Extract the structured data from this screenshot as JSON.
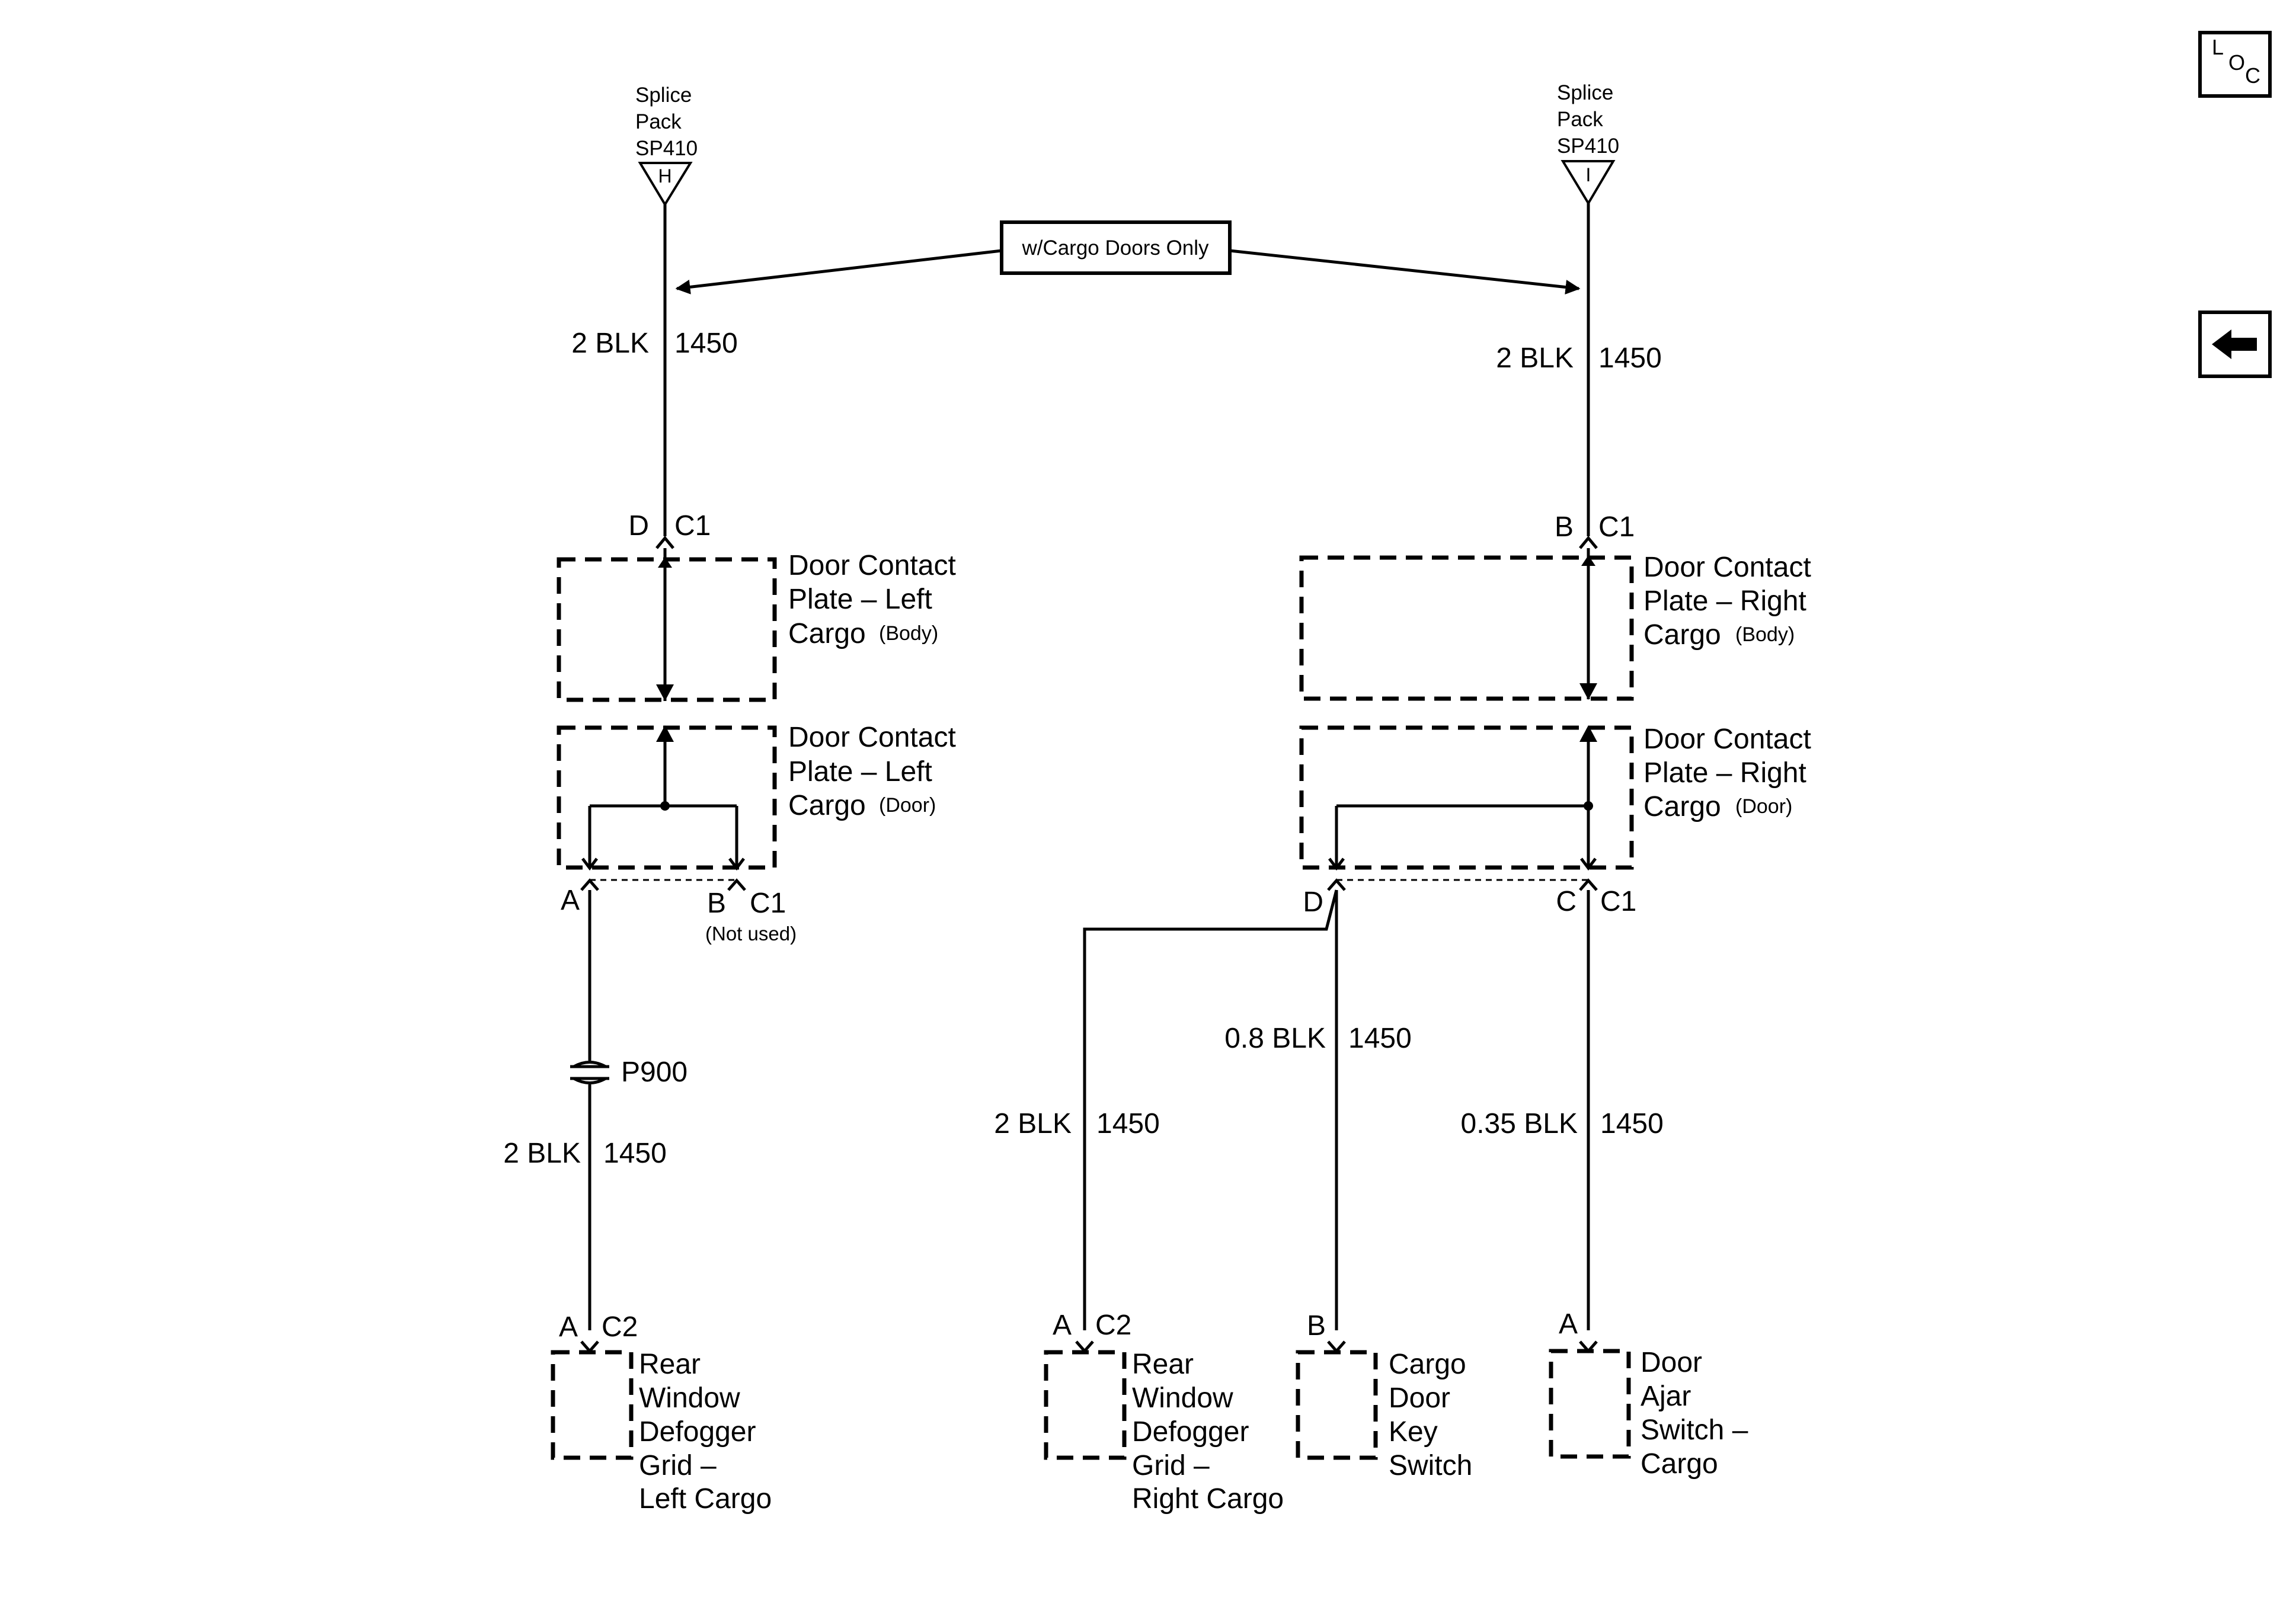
{
  "callout": {
    "label": "w/Cargo Doors Only"
  },
  "nav": {
    "loc_letters": [
      "L",
      "O",
      "C"
    ],
    "back_icon": "left-arrow-icon"
  },
  "splices": {
    "left": {
      "lines": [
        "Splice",
        "Pack",
        "SP410"
      ],
      "pin": "H"
    },
    "right": {
      "lines": [
        "Splice",
        "Pack",
        "SP410"
      ],
      "pin": "I"
    }
  },
  "wires": {
    "left_top": {
      "gauge": "2 BLK",
      "circuit": "1450"
    },
    "right_top": {
      "gauge": "2 BLK",
      "circuit": "1450"
    },
    "left_bottom": {
      "gauge": "2 BLK",
      "circuit": "1450"
    },
    "right_grid": {
      "gauge": "2 BLK",
      "circuit": "1450"
    },
    "key_switch": {
      "gauge": "0.8 BLK",
      "circuit": "1450"
    },
    "door_ajar": {
      "gauge": "0.35 BLK",
      "circuit": "1450"
    }
  },
  "pins": {
    "left_body_pin": "D",
    "left_body_conn": "C1",
    "right_body_pin": "B",
    "right_body_conn": "C1",
    "left_door_pin_a": "A",
    "left_door_pin_b": "B",
    "left_door_conn": "C1",
    "left_door_note": "(Not used)",
    "right_door_pin_d": "D",
    "right_door_pin_c": "C",
    "right_door_conn": "C1",
    "left_grid_pin": "A",
    "left_grid_conn": "C2",
    "right_grid_pin": "A",
    "right_grid_conn": "C2",
    "key_switch_pin": "B",
    "door_ajar_pin": "A"
  },
  "inline_connector": {
    "label": "P900"
  },
  "components": {
    "left_body": {
      "line1": "Door Contact",
      "line2": "Plate – Left",
      "line3": "Cargo",
      "qualifier": "(Body)"
    },
    "left_door": {
      "line1": "Door Contact",
      "line2": "Plate – Left",
      "line3": "Cargo",
      "qualifier": "(Door)"
    },
    "right_body": {
      "line1": "Door Contact",
      "line2": "Plate – Right",
      "line3": "Cargo",
      "qualifier": "(Body)"
    },
    "right_door": {
      "line1": "Door Contact",
      "line2": "Plate – Right",
      "line3": "Cargo",
      "qualifier": "(Door)"
    },
    "left_grid": {
      "lines": [
        "Rear",
        "Window",
        "Defogger",
        "Grid –",
        "Left Cargo"
      ]
    },
    "right_grid": {
      "lines": [
        "Rear",
        "Window",
        "Defogger",
        "Grid –",
        "Right Cargo"
      ]
    },
    "key_switch": {
      "lines": [
        "Cargo",
        "Door",
        "Key",
        "Switch"
      ]
    },
    "door_ajar": {
      "lines": [
        "Door",
        "Ajar",
        "Switch –",
        "Cargo"
      ]
    }
  }
}
